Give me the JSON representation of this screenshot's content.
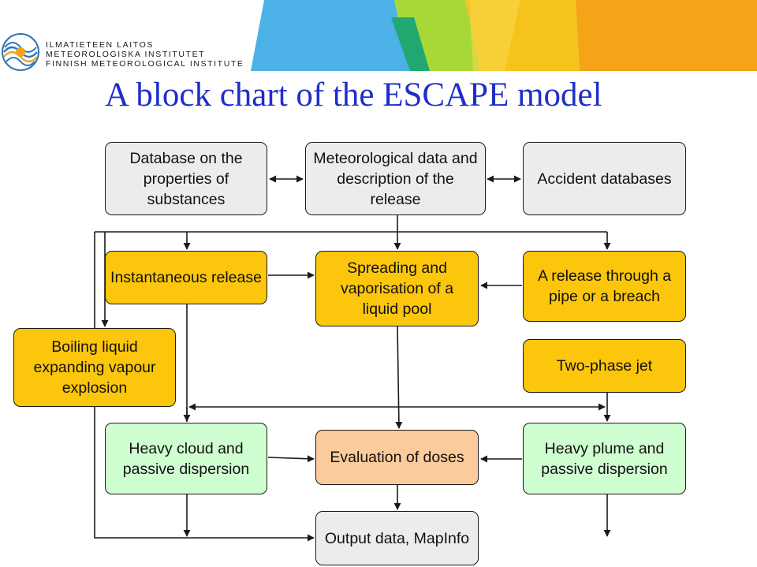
{
  "header": {
    "org_lines": [
      "ILMATIETEEN LAITOS",
      "METEOROLOGISKA INSTITUTET",
      "FINNISH METEOROLOGICAL INSTITUTE"
    ],
    "banner_colors": [
      "#4cb1e6",
      "#a8d838",
      "#1fa870",
      "#f6c21c",
      "#f5a417"
    ]
  },
  "slide": {
    "title": "A block chart of the ESCAPE model"
  },
  "colors": {
    "gray": "#ececec",
    "yellow": "#fcc60c",
    "green": "#cfffd0",
    "peach": "#fbcb9b",
    "title": "#1f2ec8"
  },
  "boxes": {
    "db_properties": "Database on the properties of substances",
    "met_data": "Meteorological data and description of the release",
    "accident_db": "Accident databases",
    "instantaneous": "Instantaneous release",
    "spreading": "Spreading and vaporisation of a liquid pool",
    "pipe_release": "A release through a pipe or a breach",
    "bleve": "Boiling liquid expanding vapour explosion",
    "two_phase": "Two-phase jet",
    "heavy_cloud": "Heavy cloud and passive dispersion",
    "doses": "Evaluation of doses",
    "heavy_plume": "Heavy plume and passive dispersion",
    "output": "Output data, MapInfo"
  }
}
